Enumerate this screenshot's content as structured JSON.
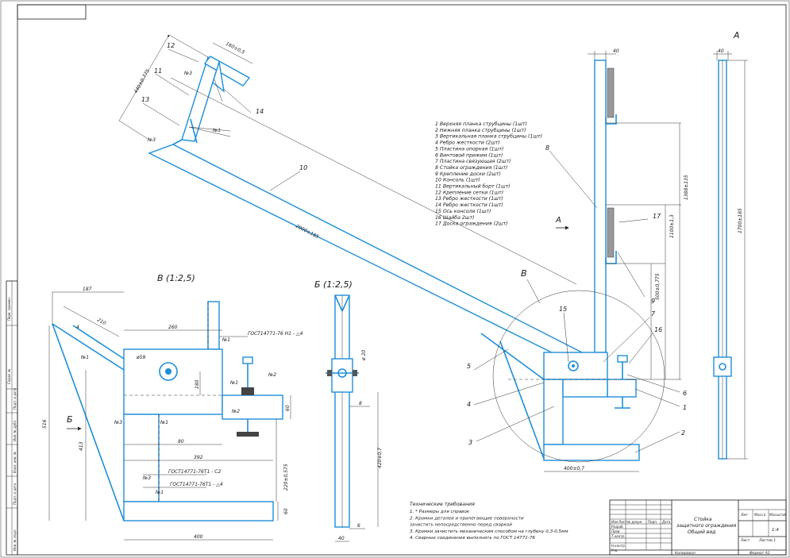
{
  "view_labels": {
    "view_a_top": "А",
    "view_a_arrow": "А",
    "view_v": "В",
    "view_v_scale": "В (1:2,5)",
    "view_b_scale": "Б (1:2,5)",
    "view_b_arrow": "Б"
  },
  "parts_list": [
    "1 Верхняя планка струбцины (1шт)",
    "2 Нижняя планка струбцины (1шт)",
    "3 Вертикальная планка струбцины (1шт)",
    "4 Ребро жесткости (2шт)",
    "5 Пластина опорная (1шт)",
    "6 Винтовой прижим (1шт)",
    "7 Пластина связующая (2шт)",
    "8 Стойка ограждения (1шт)",
    "9 Крепление доски (2шт)",
    "10 Консоль (1шт)",
    "11 Вертикальный борт (1шт)",
    "12 Крепление сетки (1шт)",
    "13 Ребро жесткости (1шт)",
    "14 Ребро жесткости (1шт)",
    "15 Ось консоли (1шт)",
    "16 Шайба 2шт)",
    "17 Доска ограждения (2шт)"
  ],
  "tech_requirements": {
    "title": "Технические требования",
    "items": [
      "1. * Размеры для справок",
      "2. Кромки деталей и прилегающие поверхности",
      "зачистить непосредственно перед сваркой",
      "3. Кромки зачистить механическим способом на глубину 0,3-0,5мм",
      "4. Сварные соединения выполнить по ГОСТ 14771-76"
    ]
  },
  "balloons": [
    "1",
    "2",
    "3",
    "4",
    "5",
    "6",
    "7",
    "8",
    "9",
    "10",
    "11",
    "12",
    "13",
    "14",
    "15",
    "16",
    "17"
  ],
  "dimensions": {
    "d160": "160±0,5",
    "d440": "440±0,775",
    "d2000": "2000±185",
    "d40a": "40",
    "d1388": "1388±135",
    "d1100": "1100±1,3",
    "d500": "500±0,775",
    "d40b": "40",
    "d1700": "1700±185",
    "d400b": "400±0,7",
    "d187": "187",
    "d210": "210",
    "d260": "260",
    "d4": "4",
    "d59": "ø59",
    "d180": "180",
    "d60a": "60",
    "d80": "80",
    "d392": "392",
    "d516": "516",
    "d413": "413",
    "d220": "220±0,575",
    "d60b": "60",
    "d400": "400",
    "d20": "ø 20",
    "d8": "8",
    "d420": "420±0,7",
    "d6": "6",
    "d40c": "40"
  },
  "weld_notes": {
    "w1": "ГОСТ14771-76 Н1 - △4",
    "w2": "ГОСТ14771-76Т1 - С2",
    "w3": "ГОСТ14771-76Т1 - △4",
    "n1": "№1",
    "n2": "№2",
    "n3": "№3"
  },
  "title_block": {
    "doc_title_1": "Стойка",
    "doc_title_2": "защитного ограждения",
    "doc_title_3": "Общий вид",
    "col_lit": "Лит",
    "col_mass": "Масса",
    "col_scale": "Масштаб",
    "scale_value": "1:4",
    "sheet": "Лист",
    "sheets": "Листов 1",
    "copied": "Копировал",
    "format": "Формат  А1",
    "row_izm": "Изм Лист",
    "row_doc": "№ докум.",
    "row_sign": "Подп.",
    "row_date": "Дата",
    "row_razrab": "Разраб.",
    "row_prov": "Пров.",
    "row_tkontr": "Т.контр.",
    "row_nkontr": "Н.контр.",
    "row_utv": "Утв."
  },
  "side_strip": [
    "Перв. примен.",
    "Справ. №",
    "Подп. и дата",
    "Инв. № дубл.",
    "Взам. инв. №",
    "Подп. и дата",
    "Инв. № подл."
  ]
}
